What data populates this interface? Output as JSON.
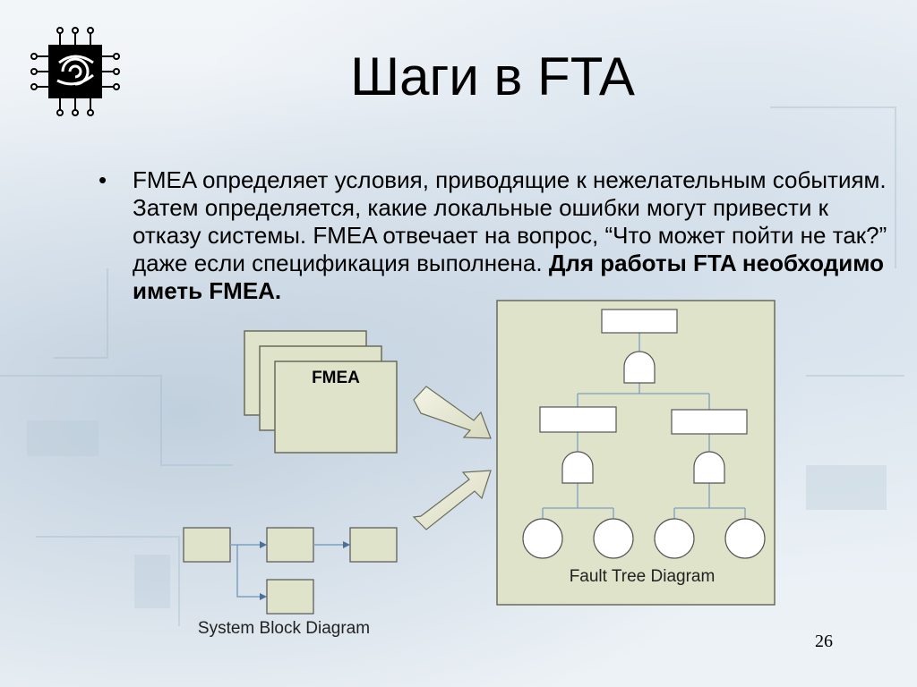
{
  "slide": {
    "title": "Шаги в FTA",
    "page_number": "26"
  },
  "bullet": {
    "marker": "•",
    "text": "FMEA  определяет условия, приводящие к нежелательным событиям. Затем определяется, какие локальные ошибки могут привести к отказу системы. FMEA отвечает на вопрос, “Что может пойти не так?” даже если спецификация выполнена.",
    "bold_text": "Для работы FTA необходимо иметь FMEA."
  },
  "diagram": {
    "fmea_label": "FMEA",
    "system_block_label": "System Block Diagram",
    "fault_tree_label": "Fault Tree Diagram"
  },
  "colors": {
    "box_fill": "#dfe3c9",
    "box_stroke": "#6b6b5a",
    "tree_line": "#7f9fbf",
    "arrow_fill": "#e9ead4"
  }
}
